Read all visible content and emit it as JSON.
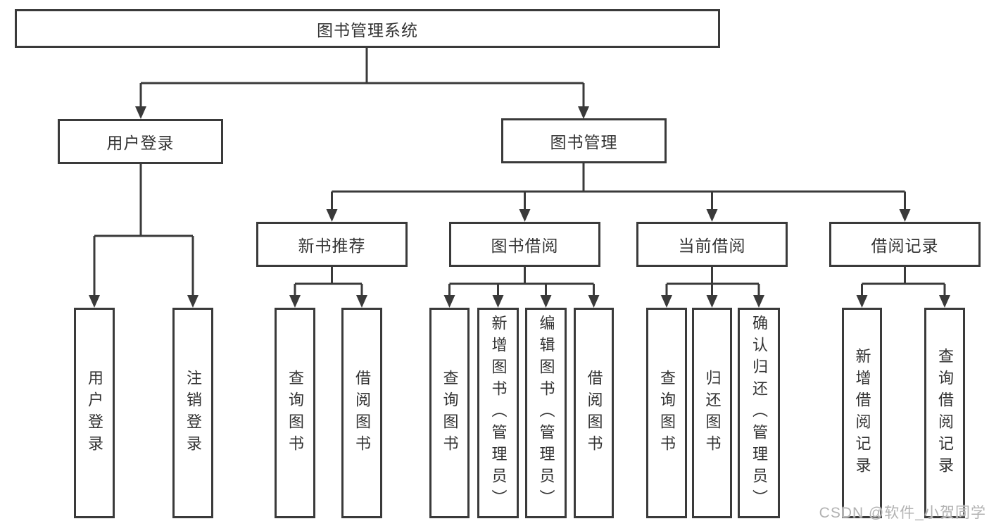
{
  "tree": {
    "root": {
      "label": "图书管理系统"
    },
    "branches": [
      {
        "label": "用户登录",
        "children": [
          {
            "label": "用户登录"
          },
          {
            "label": "注销登录"
          }
        ]
      },
      {
        "label": "图书管理",
        "groups": [
          {
            "label": "新书推荐",
            "children": [
              {
                "label": "查询图书"
              },
              {
                "label": "借阅图书"
              }
            ]
          },
          {
            "label": "图书借阅",
            "children": [
              {
                "label": "查询图书"
              },
              {
                "label": "新增图书（管理员）"
              },
              {
                "label": "编辑图书（管理员）"
              },
              {
                "label": "借阅图书"
              }
            ]
          },
          {
            "label": "当前借阅",
            "children": [
              {
                "label": "查询图书"
              },
              {
                "label": "归还图书"
              },
              {
                "label": "确认归还（管理员）"
              }
            ]
          },
          {
            "label": "借阅记录",
            "children": [
              {
                "label": "新增借阅记录"
              },
              {
                "label": "查询借阅记录"
              }
            ]
          }
        ]
      }
    ]
  },
  "watermark": {
    "text": "CSDN @软件_小贺同学"
  },
  "colors": {
    "line": "#3a3a3a",
    "text": "#333333",
    "background": "#ffffff",
    "watermark": "#b2b2b2"
  }
}
